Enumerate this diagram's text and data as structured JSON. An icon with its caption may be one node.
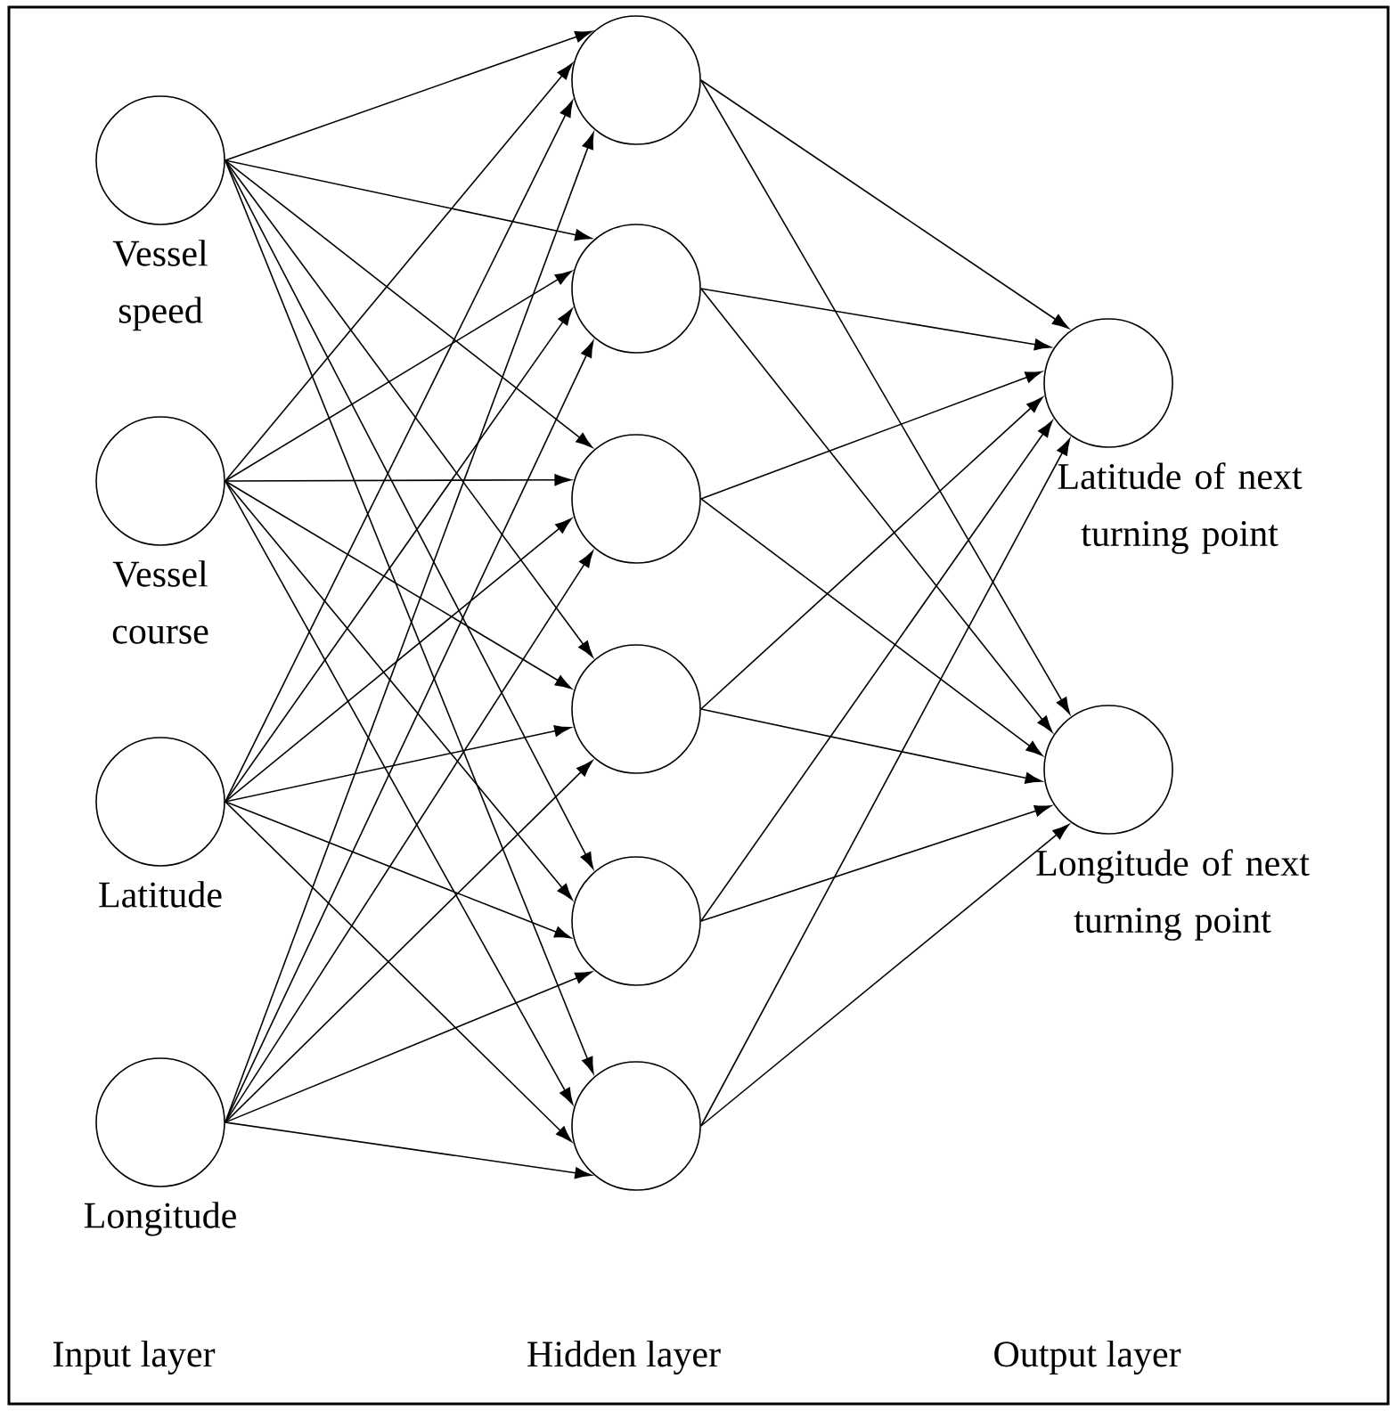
{
  "diagram": {
    "nodes": [
      {
        "text": [],
        "shape": "circle",
        "beside": [
          "Vessel speed"
        ]
      },
      {
        "text": [],
        "shape": "circle",
        "beside": [
          "Vessel course"
        ]
      },
      {
        "text": [],
        "shape": "circle",
        "beside": [
          "Latitude"
        ]
      },
      {
        "text": [],
        "shape": "circle",
        "beside": [
          "Longitude"
        ]
      },
      {
        "text": [],
        "shape": "circle"
      },
      {
        "text": [],
        "shape": "circle"
      },
      {
        "text": [],
        "shape": "circle"
      },
      {
        "text": [],
        "shape": "circle"
      },
      {
        "text": [],
        "shape": "circle"
      },
      {
        "text": [],
        "shape": "circle"
      },
      {
        "text": [],
        "shape": "circle",
        "beside": [
          "Latitude of next turning point"
        ]
      },
      {
        "text": [],
        "shape": "circle",
        "beside": [
          "Longitude of next turning point"
        ]
      }
    ],
    "edges": [
      {
        "from": 0,
        "to": 4,
        "arrow": "to"
      },
      {
        "from": 0,
        "to": 5,
        "arrow": "to"
      },
      {
        "from": 0,
        "to": 6,
        "arrow": "to"
      },
      {
        "from": 0,
        "to": 7,
        "arrow": "to"
      },
      {
        "from": 0,
        "to": 8,
        "arrow": "to"
      },
      {
        "from": 0,
        "to": 9,
        "arrow": "to"
      },
      {
        "from": 1,
        "to": 4,
        "arrow": "to"
      },
      {
        "from": 1,
        "to": 5,
        "arrow": "to"
      },
      {
        "from": 1,
        "to": 6,
        "arrow": "to"
      },
      {
        "from": 1,
        "to": 7,
        "arrow": "to"
      },
      {
        "from": 1,
        "to": 8,
        "arrow": "to"
      },
      {
        "from": 1,
        "to": 9,
        "arrow": "to"
      },
      {
        "from": 2,
        "to": 4,
        "arrow": "to"
      },
      {
        "from": 2,
        "to": 5,
        "arrow": "to"
      },
      {
        "from": 2,
        "to": 6,
        "arrow": "to"
      },
      {
        "from": 2,
        "to": 7,
        "arrow": "to"
      },
      {
        "from": 2,
        "to": 8,
        "arrow": "to"
      },
      {
        "from": 2,
        "to": 9,
        "arrow": "to"
      },
      {
        "from": 3,
        "to": 4,
        "arrow": "to"
      },
      {
        "from": 3,
        "to": 5,
        "arrow": "to"
      },
      {
        "from": 3,
        "to": 6,
        "arrow": "to"
      },
      {
        "from": 3,
        "to": 7,
        "arrow": "to"
      },
      {
        "from": 3,
        "to": 8,
        "arrow": "to"
      },
      {
        "from": 3,
        "to": 9,
        "arrow": "to"
      },
      {
        "from": 4,
        "to": 10,
        "arrow": "to"
      },
      {
        "from": 4,
        "to": 11,
        "arrow": "to"
      },
      {
        "from": 5,
        "to": 10,
        "arrow": "to"
      },
      {
        "from": 5,
        "to": 11,
        "arrow": "to"
      },
      {
        "from": 6,
        "to": 10,
        "arrow": "to"
      },
      {
        "from": 6,
        "to": 11,
        "arrow": "to"
      },
      {
        "from": 7,
        "to": 10,
        "arrow": "to"
      },
      {
        "from": 7,
        "to": 11,
        "arrow": "to"
      },
      {
        "from": 8,
        "to": 10,
        "arrow": "to"
      },
      {
        "from": 8,
        "to": 11,
        "arrow": "to"
      },
      {
        "from": 9,
        "to": 10,
        "arrow": "to"
      },
      {
        "from": 9,
        "to": 11,
        "arrow": "to"
      }
    ],
    "labels": [
      "Input layer",
      "Hidden layer",
      "Output layer"
    ]
  }
}
